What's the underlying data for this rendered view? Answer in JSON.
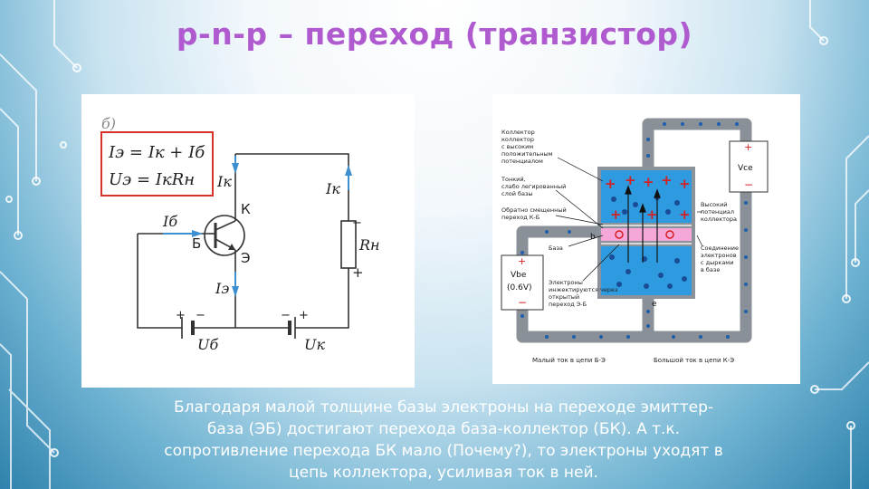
{
  "slide": {
    "title": "p-n-p – переход (транзистор)",
    "caption_lines": [
      "Благодаря малой толщине базы электроны на переходе эмиттер-",
      "база (ЭБ) достигают перехода база-коллектор (БК). А т.к.",
      "сопротивление перехода БК мало (Почему?), то электроны уходят в",
      "цепь коллектора, усиливая ток в ней."
    ]
  },
  "left_figure": {
    "fig_label": "б)",
    "formula_1": "Iэ = Iк + Iб",
    "formula_2": "Uэ = IкRн",
    "label_ik_left": "Iк",
    "label_ik_right": "Iк",
    "label_ib": "Iб",
    "label_ie": "Iэ",
    "label_k": "К",
    "label_b": "Б",
    "label_e": "Э",
    "label_rn": "Rн",
    "label_ub": "Uб",
    "label_uk": "Uк",
    "minus": "−",
    "plus": "+"
  },
  "right_figure": {
    "vce_label": "Vce",
    "vbe_label": "Vbe",
    "vbe_value": "(0.6V)",
    "label_b": "b",
    "label_e": "e",
    "label_base": "База",
    "ann_top": [
      "Коллектор",
      "коллектор",
      "с высоким",
      "положительным",
      "потенциалом"
    ],
    "ann_thin": [
      "Тонкий,",
      "слабо легированный",
      "слой базы"
    ],
    "ann_shift": [
      "Обратно смещенный",
      "переход К-Б"
    ],
    "ann_emitter": [
      "Электроны",
      "инжектируются через",
      "открытый",
      "переход Э-Б"
    ],
    "ann_high": [
      "Высокий",
      "потенциал",
      "коллектора"
    ],
    "ann_recomb": [
      "Соединение",
      "электронов",
      "с дырками",
      "в базе"
    ],
    "bottom_left": "Малый ток в цепи Б-Э",
    "bottom_right": "Большой ток в цепи К-Э",
    "plus": "+",
    "minus": "−"
  }
}
